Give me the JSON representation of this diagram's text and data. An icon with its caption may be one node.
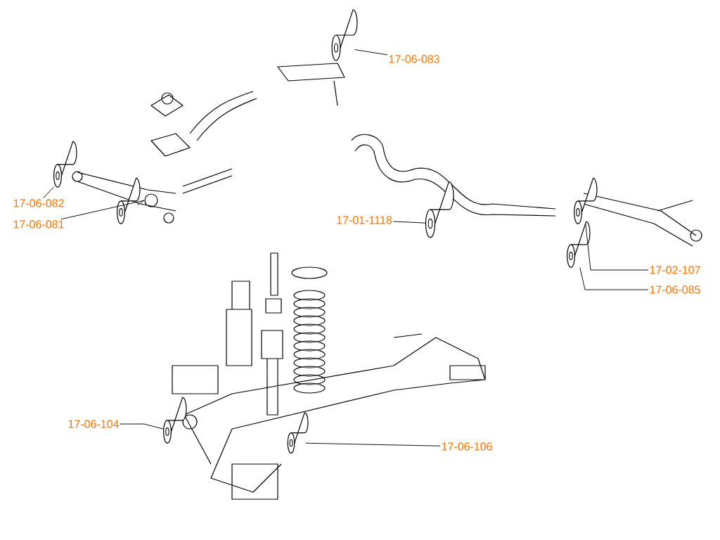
{
  "diagram": {
    "nodes": [
      {
        "text": [
          "17-06-083"
        ]
      },
      {
        "text": [
          "17-06-082"
        ]
      },
      {
        "text": [
          "17-06-081"
        ]
      },
      {
        "text": [
          "17-01-1118"
        ]
      },
      {
        "text": [
          "17-02-107"
        ]
      },
      {
        "text": [
          "17-06-085"
        ]
      },
      {
        "text": [
          "17-06-104"
        ]
      },
      {
        "text": [
          "17-06-106"
        ]
      },
      {
        "text": [],
        "shape": "cylinder"
      },
      {
        "text": [],
        "shape": "cylinder"
      },
      {
        "text": [],
        "shape": "cylinder"
      },
      {
        "text": [],
        "shape": "cylinder"
      },
      {
        "text": [],
        "shape": "cylinder"
      },
      {
        "text": [],
        "shape": "cylinder"
      },
      {
        "text": [],
        "shape": "cylinder"
      },
      {
        "text": [],
        "shape": "cylinder"
      }
    ],
    "edges": [
      {
        "from": 0,
        "to": 8,
        "arrow": "none"
      },
      {
        "from": 1,
        "to": 9,
        "arrow": "none"
      },
      {
        "from": 2,
        "to": 10,
        "arrow": "none"
      },
      {
        "from": 3,
        "to": 11,
        "arrow": "none"
      },
      {
        "from": 4,
        "to": 12,
        "arrow": "none"
      },
      {
        "from": 5,
        "to": 13,
        "arrow": "none"
      },
      {
        "from": 6,
        "to": 14,
        "arrow": "none"
      },
      {
        "from": 7,
        "to": 15,
        "arrow": "none"
      }
    ]
  }
}
